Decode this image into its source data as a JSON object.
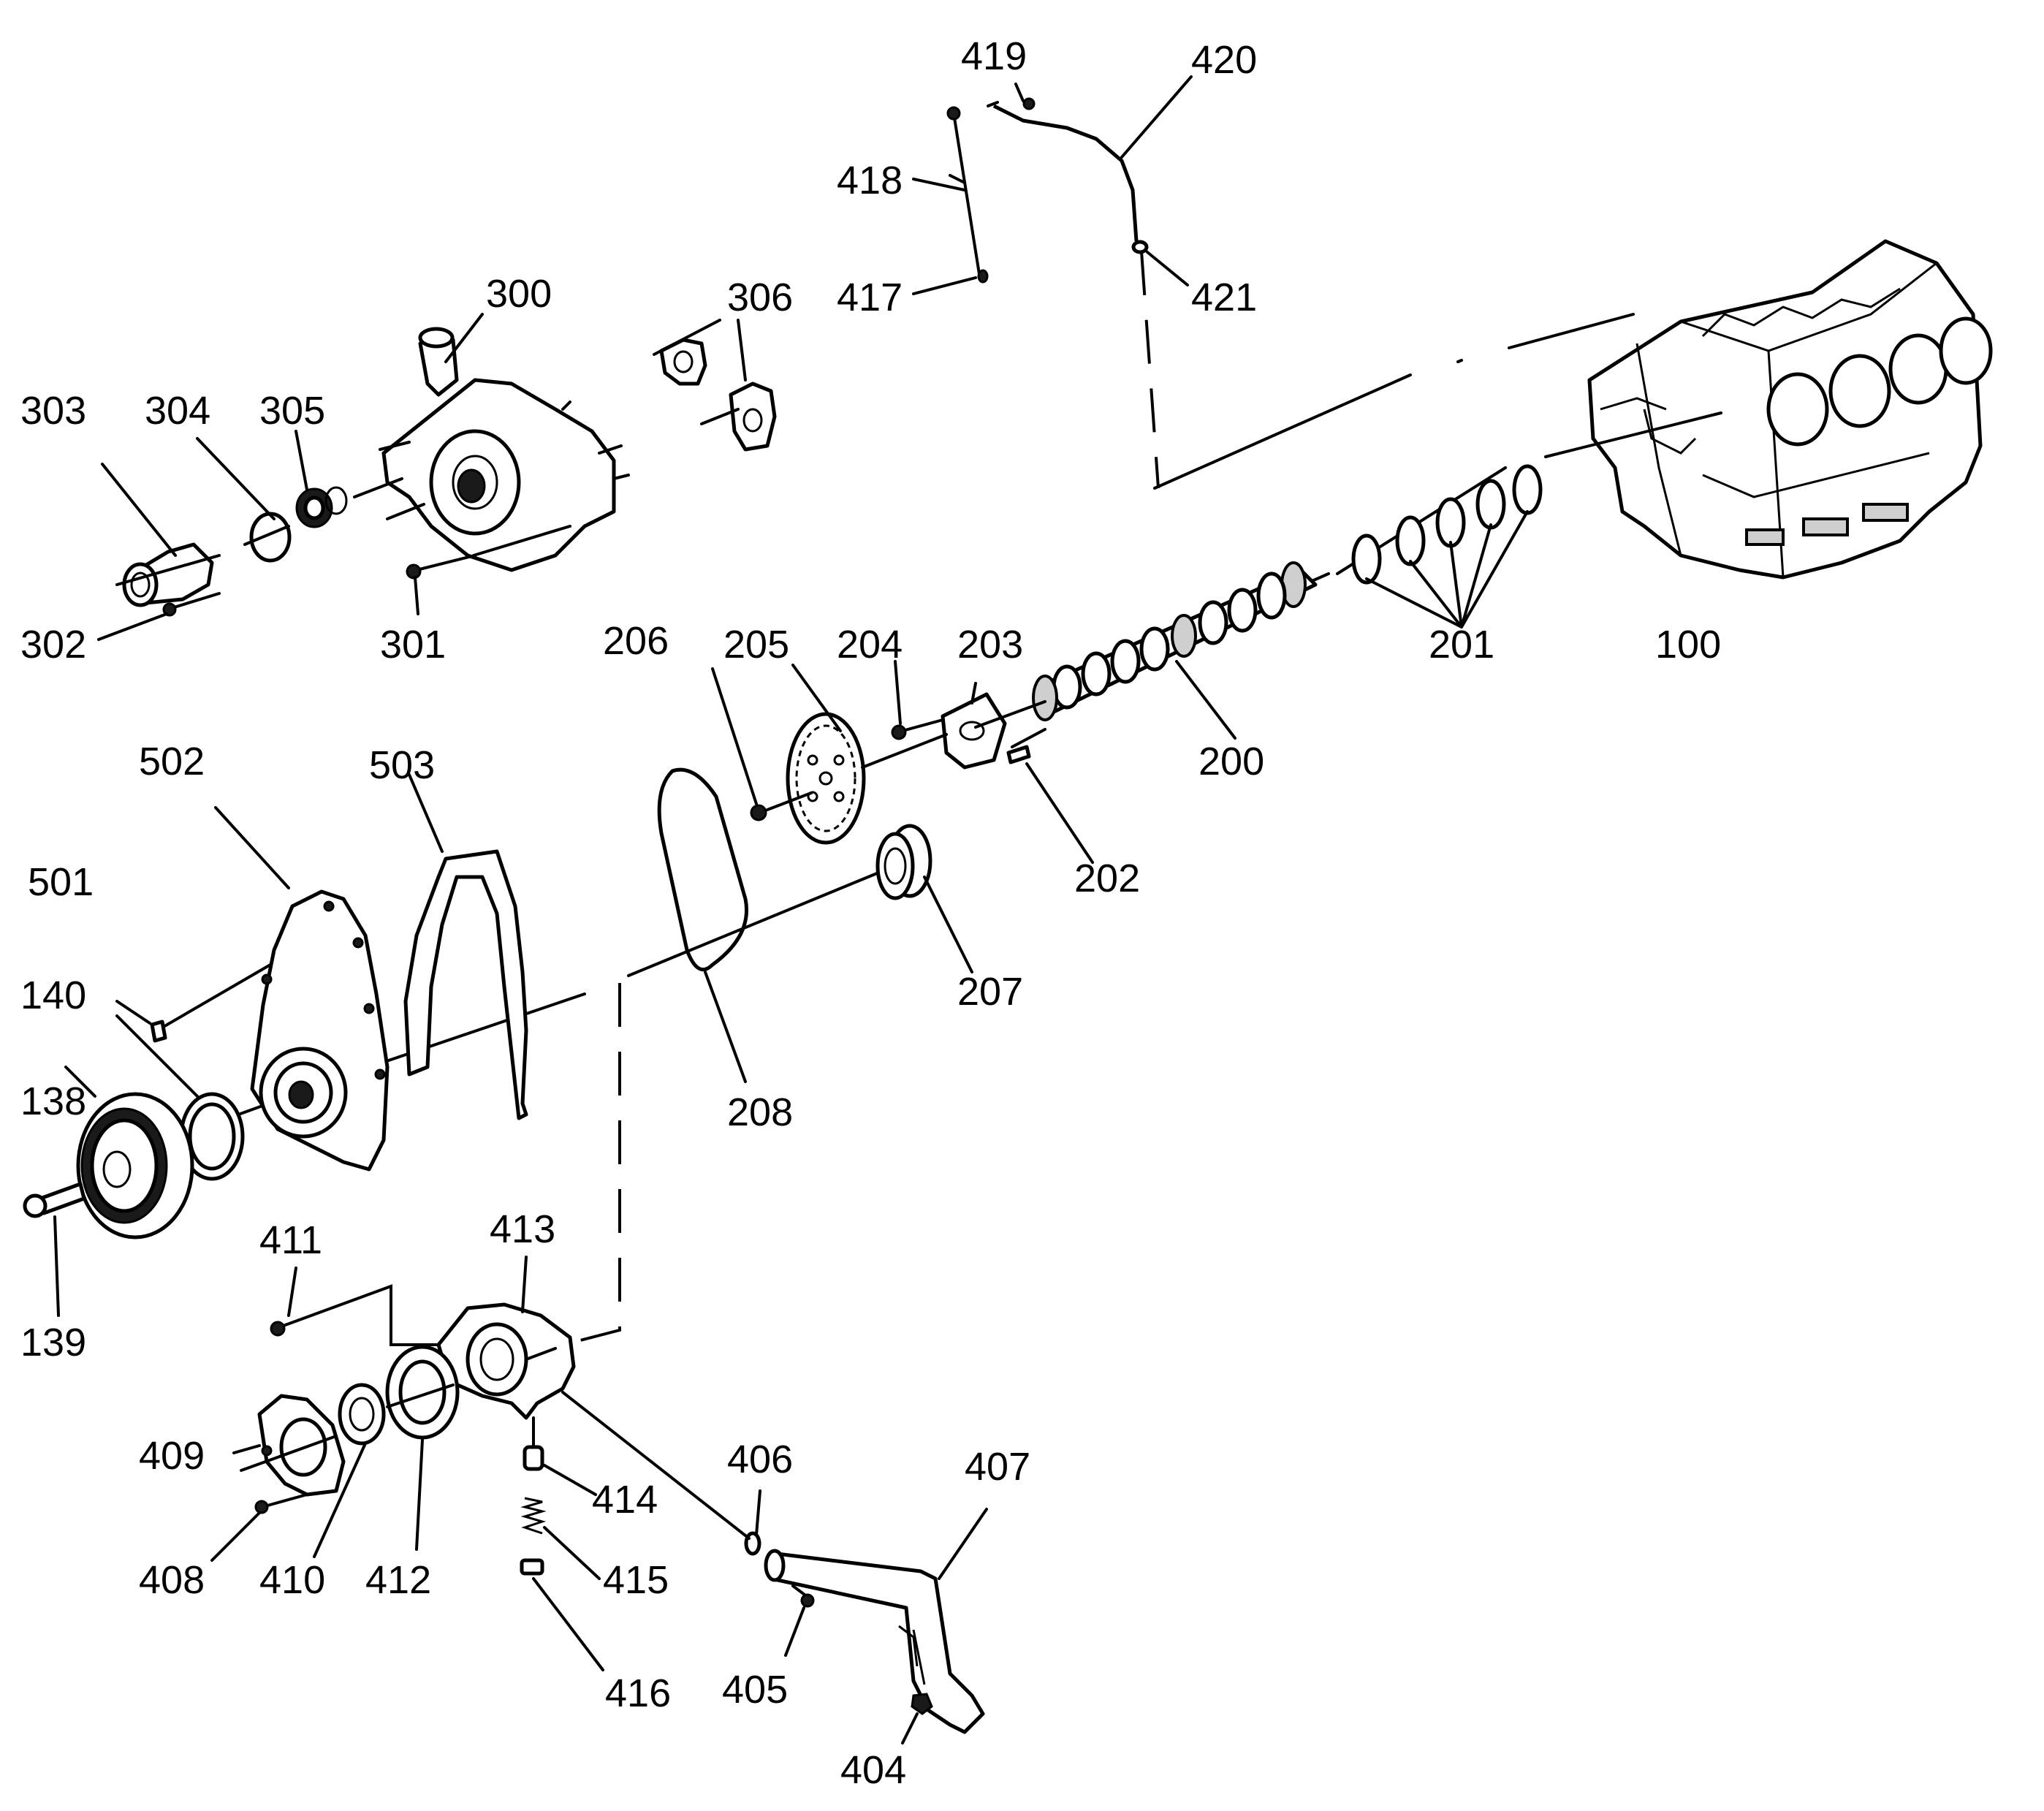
{
  "diagram": {
    "labels": {
      "l100": "100",
      "l138": "138",
      "l139": "139",
      "l140": "140",
      "l200": "200",
      "l201": "201",
      "l202": "202",
      "l203": "203",
      "l204": "204",
      "l205": "205",
      "l206": "206",
      "l207": "207",
      "l208": "208",
      "l300": "300",
      "l301": "301",
      "l302": "302",
      "l303": "303",
      "l304": "304",
      "l305": "305",
      "l306": "306",
      "l404": "404",
      "l405": "405",
      "l406": "406",
      "l407": "407",
      "l408": "408",
      "l409": "409",
      "l410": "410",
      "l411": "411",
      "l412": "412",
      "l413": "413",
      "l414": "414",
      "l415": "415",
      "l416": "416",
      "l417": "417",
      "l418": "418",
      "l419": "419",
      "l420": "420",
      "l421": "421",
      "l501": "501",
      "l502": "502",
      "l503": "503"
    }
  }
}
